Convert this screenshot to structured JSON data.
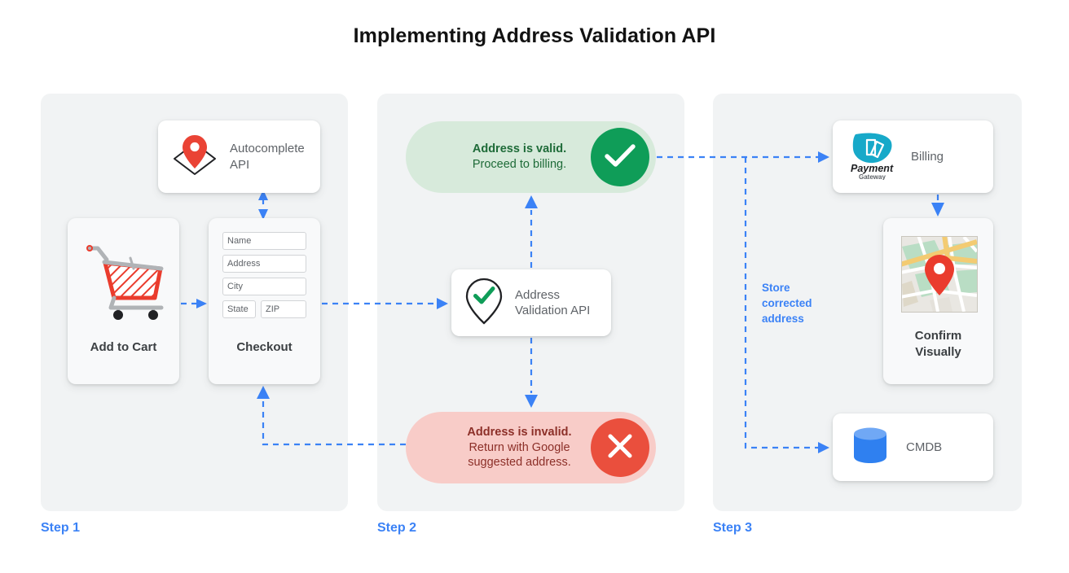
{
  "page": {
    "title": "Implementing Address Validation API",
    "accent_blue": "#3b82f6",
    "panel_bg": "#f1f3f4"
  },
  "steps": [
    {
      "label": "Step 1"
    },
    {
      "label": "Step 2"
    },
    {
      "label": "Step 3"
    }
  ],
  "step1": {
    "autocomplete": {
      "label_line1": "Autocomplete",
      "label_line2": "API",
      "icon": "map-pin-diamond-icon"
    },
    "add_to_cart": {
      "caption": "Add to Cart",
      "icon": "shopping-cart-icon"
    },
    "checkout": {
      "caption": "Checkout",
      "fields": [
        {
          "name": "name-field",
          "placeholder": "Name"
        },
        {
          "name": "address-field",
          "placeholder": "Address"
        },
        {
          "name": "city-field",
          "placeholder": "City"
        },
        {
          "name": "state-field",
          "placeholder": "State"
        },
        {
          "name": "zip-field",
          "placeholder": "ZIP"
        }
      ]
    }
  },
  "step2": {
    "valid": {
      "headline": "Address is valid.",
      "detail": "Proceed to billing.",
      "badge_icon": "check-icon",
      "pill_color": "#d7eadb",
      "badge_color": "#0f9d58"
    },
    "invalid": {
      "headline": "Address is invalid.",
      "detail_line1": "Return with Google",
      "detail_line2": "suggested address.",
      "badge_icon": "close-icon",
      "pill_color": "#f8ccc8",
      "badge_color": "#ea4f3d"
    },
    "validation_api": {
      "label_line1": "Address",
      "label_line2": "Validation API",
      "icon": "pin-check-icon"
    }
  },
  "step3": {
    "billing": {
      "label": "Billing",
      "icon": "payment-gateway-icon",
      "logo_primary": "Payment",
      "logo_secondary": "Gateway"
    },
    "confirm": {
      "caption_line1": "Confirm",
      "caption_line2": "Visually",
      "icon": "map-thumbnail-icon"
    },
    "cmdb": {
      "label": "CMDB",
      "icon": "database-icon"
    },
    "store_note": "Store corrected address"
  }
}
